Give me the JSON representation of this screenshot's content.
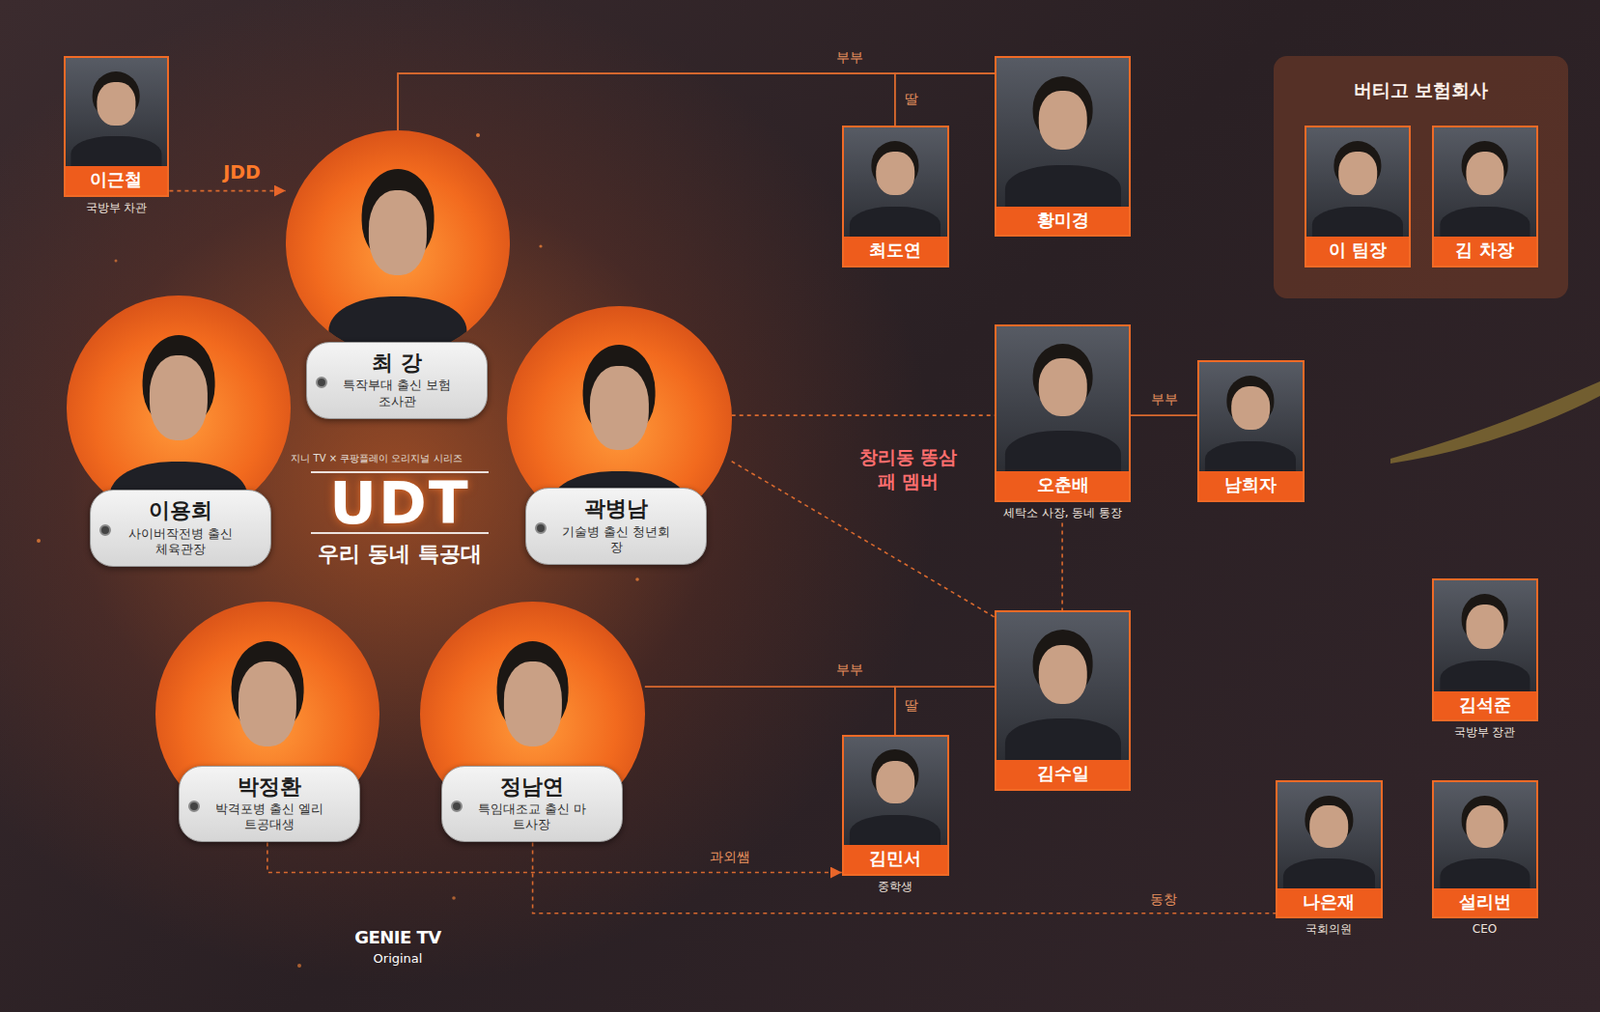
{
  "diagram": {
    "nodes": [
      {
        "text": [
          "이근철",
          "국방부 차관"
        ]
      },
      {
        "text": [
          "최 강",
          "특작부대 출신 보험조사관"
        ]
      },
      {
        "text": [
          "이용희",
          "사이버작전병 출신 체육관장"
        ]
      },
      {
        "text": [
          "곽병남",
          "기술병 출신 청년회장"
        ]
      },
      {
        "text": [
          "박정환",
          "박격포병 출신 엘리트공대생"
        ]
      },
      {
        "text": [
          "정남연",
          "특임대조교 출신 마트사장"
        ]
      },
      {
        "text": [
          "최도연"
        ]
      },
      {
        "text": [
          "황미경"
        ]
      },
      {
        "text": [
          "버티고 보험회사"
        ]
      },
      {
        "text": [
          "이 팀장"
        ],
        "in": 8
      },
      {
        "text": [
          "김 차장"
        ],
        "in": 8
      },
      {
        "text": [
          "오춘배",
          "세탁소 사장, 동네 통장"
        ]
      },
      {
        "text": [
          "남희자"
        ]
      },
      {
        "text": [
          "김수일"
        ]
      },
      {
        "text": [
          "김석준",
          "국방부 장관"
        ]
      },
      {
        "text": [
          "김민서",
          "중학생"
        ]
      },
      {
        "text": [
          "나은재",
          "국회의원"
        ]
      },
      {
        "text": [
          "설리번",
          "CEO"
        ]
      }
    ],
    "edges": [
      {
        "from": 0,
        "to": 1,
        "arrow": "to",
        "label": "JDD"
      },
      {
        "from": 1,
        "to": 7,
        "arrow": "none",
        "label": "부부"
      },
      {
        "from": 1,
        "to": 6,
        "arrow": "none",
        "label": "딸"
      },
      {
        "from": 7,
        "to": 6,
        "arrow": "none"
      },
      {
        "from": 3,
        "to": 11,
        "arrow": "none"
      },
      {
        "from": 3,
        "to": 13,
        "arrow": "none"
      },
      {
        "from": 11,
        "to": 12,
        "arrow": "none",
        "label": "부부"
      },
      {
        "from": 11,
        "to": 13,
        "arrow": "none"
      },
      {
        "from": 5,
        "to": 13,
        "arrow": "none",
        "label": "부부"
      },
      {
        "from": 5,
        "to": 15,
        "arrow": "none",
        "label": "딸"
      },
      {
        "from": 13,
        "to": 15,
        "arrow": "none"
      },
      {
        "from": 4,
        "to": 15,
        "arrow": "to",
        "label": "과외쌤"
      },
      {
        "from": 5,
        "to": 16,
        "arrow": "none",
        "label": "동창"
      }
    ],
    "labels": [
      "창리동 똥삼패 멤버",
      "지니 TV × 쿠팡플레이 오리지널 시리즈",
      "UDT",
      "우리 동네 특공대",
      "GENIE TV",
      "Original"
    ]
  }
}
